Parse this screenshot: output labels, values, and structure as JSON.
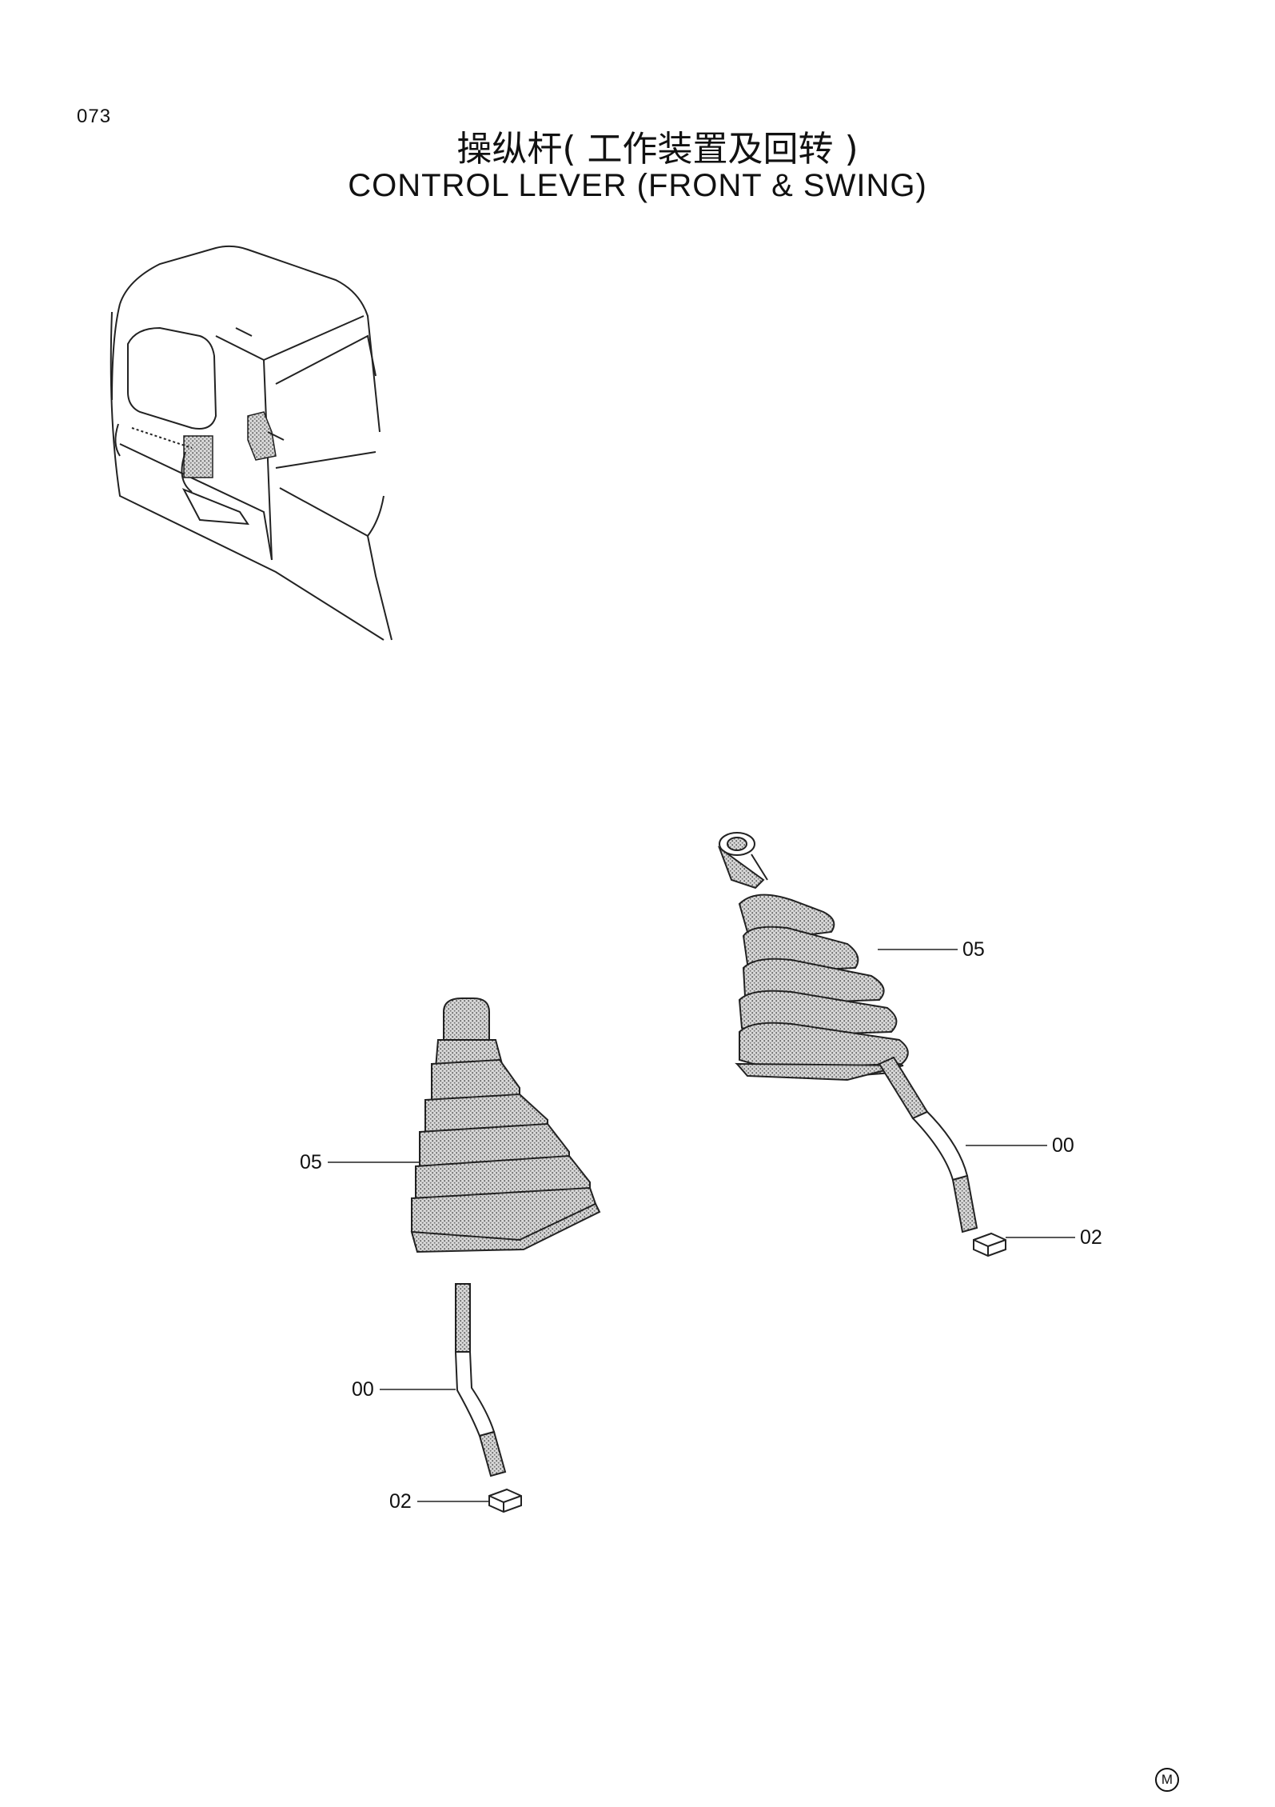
{
  "page": {
    "number": "073",
    "title_cn": "操纵杆( 工作装置及回转 )",
    "title_en": "CONTROL  LEVER  (FRONT & SWING)"
  },
  "callouts": {
    "right_boot": "05",
    "right_lever": "00",
    "right_nut": "02",
    "left_boot": "05",
    "left_lever": "00",
    "left_nut": "02"
  },
  "footer": {
    "mark": "M"
  }
}
